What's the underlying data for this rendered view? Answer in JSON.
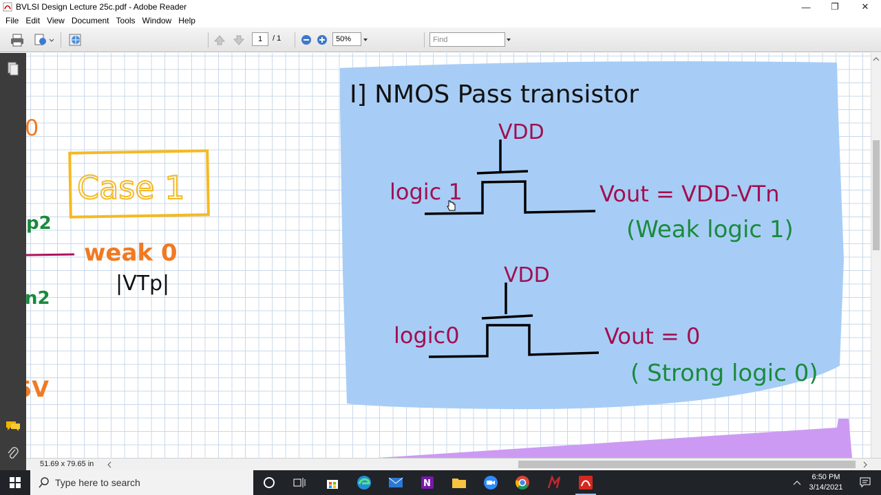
{
  "window": {
    "title": "BVLSI Design Lecture 25c.pdf - Adobe Reader",
    "minimize": "—",
    "restore": "❐",
    "close": "✕"
  },
  "menu": [
    "File",
    "Edit",
    "View",
    "Document",
    "Tools",
    "Window",
    "Help"
  ],
  "toolbar": {
    "page_current": "1",
    "page_total": "/ 1",
    "zoom": "50%",
    "find_placeholder": "Find"
  },
  "status": {
    "dimensions": "51.69 x 79.65 in"
  },
  "document": {
    "left_panel": {
      "case_label": "Case 1",
      "weak_label": "weak 0",
      "vtp_label": "|VTp|",
      "partial_p2": "p2",
      "partial_n2": "n2",
      "partial_v": "5V"
    },
    "right_panel": {
      "heading": "I] NMOS Pass transistor",
      "circuit1": {
        "vdd": "VDD",
        "input": "logic 1",
        "output": "Vout = VDD-VTn",
        "note": "(Weak logic 1)"
      },
      "circuit2": {
        "vdd": "VDD",
        "input": "logic0",
        "output": "Vout = 0",
        "note": "( Strong logic 0)"
      }
    }
  },
  "taskbar": {
    "search_placeholder": "Type here to search",
    "time": "6:50 PM",
    "date": "3/14/2021"
  }
}
